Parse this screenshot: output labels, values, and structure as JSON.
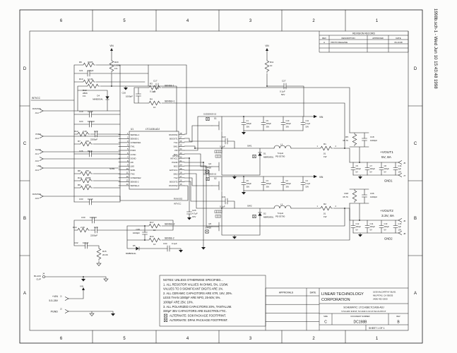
{
  "meta": {
    "side_text": "1998b.sch-1 - Wed Jun 10 15:43:48 1998"
  },
  "grid": {
    "cols": [
      "6",
      "5",
      "4",
      "3",
      "2",
      "1"
    ],
    "rows": [
      "D",
      "C",
      "B",
      "A"
    ]
  },
  "revision": {
    "title": "REVISION RECORD",
    "headers": {
      "rev": "REV",
      "description": "DESCRIPTION",
      "approved": "APPROVED",
      "date": "DATE"
    },
    "rows": [
      {
        "rev": "A",
        "description": "PROTO RELEASE",
        "approved": "",
        "date": "06-10-98"
      }
    ]
  },
  "approvals": {
    "title": "APPROVALS",
    "date": "DATE"
  },
  "title_block": {
    "company_line1": "LINEAR TECHNOLOGY",
    "company_line2": "CORPORATION",
    "address1": "1630 McCARTHY BLVD.",
    "address2": "MILPITAS, CA 95035",
    "address3": "(408) 432-1900",
    "schematic_line1": "SCHEMATIC: LTC1438/LTC1438-ADJ",
    "schematic_line2": "5.5V-28V INPUT, 5V AND 3.3V AT 8A OUTPUT",
    "size_label": "SIZE",
    "size": "C",
    "doc_label": "DOCUMENT NUMBER",
    "doc": "DC198B",
    "rev_label": "REV",
    "rev": "B",
    "sheet": "SHEET 1 OF 1"
  },
  "notes": {
    "lines": [
      "NOTES: UNLESS OTHERWISE SPECIFIED...",
      "1. ALL RESISTOR VALUES IN OHMS, 5%, 1/10W.",
      "    VALUES TO 3 SIGNIFICANT DIGITS ARE 1%.",
      "2. ALL CERAMIC CAPACITORS ARE X7R, 16V, 20%.",
      "    LESS THAN 1000pF ARE NPO, 25-50V, 5%.",
      "    1000pF ARE 25V, 10%.",
      "3. ALL POLARIZED CAPACITORS 20%, TANTALUM.",
      "    330μF 35V CAPACITORS ARE ELECTROLYTIC."
    ],
    "alt1": "ALTERNATE: SO8 PACKAGE FOOTPRINT.",
    "alt2": "ALTERNATE: DPAK PACKAGE FOOTPRINT."
  },
  "ic": {
    "ref": "U1",
    "part": "LTC1438-ADJ",
    "left_pins": [
      {
        "num": "1",
        "name": "SENSE+1"
      },
      {
        "num": "2",
        "name": "SENSE-1"
      },
      {
        "num": "3",
        "name": "VOSENSE1"
      },
      {
        "num": "4",
        "name": "ITH1"
      },
      {
        "num": "5",
        "name": "POR2"
      },
      {
        "num": "6",
        "name": "COSC"
      },
      {
        "num": "7",
        "name": "SGND"
      },
      {
        "num": "8",
        "name": "LBI"
      },
      {
        "num": "9",
        "name": "LBO"
      },
      {
        "num": "10",
        "name": "SFB1"
      },
      {
        "num": "11",
        "name": "ITH2"
      },
      {
        "num": "12",
        "name": "VOSENSE2"
      },
      {
        "num": "13",
        "name": "SENSE-2"
      },
      {
        "num": "14",
        "name": "SENSE+2"
      }
    ],
    "right_pins": [
      {
        "num": "28",
        "name": "RUN/SS1"
      },
      {
        "num": "27",
        "name": "BOOST1"
      },
      {
        "num": "26",
        "name": "TG1"
      },
      {
        "num": "25",
        "name": "SW1"
      },
      {
        "num": "24",
        "name": "VIN"
      },
      {
        "num": "23",
        "name": "BG1"
      },
      {
        "num": "22",
        "name": "INTVCC"
      },
      {
        "num": "21",
        "name": "PGND"
      },
      {
        "num": "20",
        "name": "BG2"
      },
      {
        "num": "19",
        "name": "EXTVCC"
      },
      {
        "num": "18",
        "name": "SW2"
      },
      {
        "num": "17",
        "name": "TG2"
      },
      {
        "num": "16",
        "name": "BOOST2"
      },
      {
        "num": "15",
        "name": "RUN/SS2"
      }
    ]
  },
  "cap_banks": {
    "in1": [
      {
        "ref": "C1",
        "v1": "330μF",
        "v2": "35V"
      },
      {
        "ref": "C9",
        "v1": "330μF",
        "v2": "35V"
      },
      {
        "ref": "C10",
        "v1": "330μF",
        "v2": "35V"
      },
      {
        "ref": "C11",
        "v1": "0.1μF",
        "v2": "50V"
      }
    ],
    "in2": [
      {
        "ref": "C6",
        "v1": "330μF",
        "v2": "35V"
      },
      {
        "ref": "C3",
        "v1": "330μF",
        "v2": "35V"
      },
      {
        "ref": "C2",
        "v1": "330μF",
        "v2": "35V"
      },
      {
        "ref": "C4",
        "v1": "0.1μF",
        "v2": "50V"
      }
    ],
    "out1": [
      {
        "ref": "C5",
        "v1": "330μF",
        "v2": "6V"
      },
      {
        "ref": "C7",
        "v1": "330μF",
        "v2": "6V"
      },
      {
        "ref": "C8",
        "v1": "330μF",
        "v2": "6V"
      },
      {
        "ref": "C16",
        "v1": "1μF",
        "v2": "10V"
      }
    ],
    "out2": [
      {
        "ref": "C12",
        "v1": "330μF",
        "v2": "6V"
      },
      {
        "ref": "C14",
        "v1": "330μF",
        "v2": "6V"
      },
      {
        "ref": "C13",
        "v1": "330μF",
        "v2": "6V"
      },
      {
        "ref": "C15",
        "v1": "1μF",
        "v2": "10V"
      }
    ]
  },
  "components": {
    "r6": {
      "ref": "R6",
      "value": "OMIT"
    },
    "c21": {
      "ref": "C21",
      "value": "100pF"
    },
    "r10": {
      "ref": "R10",
      "value": "11.0K"
    },
    "r20": {
      "ref": "R20",
      "value": "1.00M",
      "value2": "1%"
    },
    "r19": {
      "ref": "R19",
      "value": "280K",
      "value2": "1%"
    },
    "c17": {
      "ref": "C17",
      "value": "0.1μF"
    },
    "r11": {
      "ref": "R11",
      "value": "10"
    },
    "c27": {
      "ref": "C27",
      "value": "0.1μF",
      "value2": "50V"
    },
    "r3": {
      "ref": "R3",
      "value": "10"
    },
    "c20": {
      "ref": "C20",
      "value": "1000pF"
    },
    "r4": {
      "ref": "R4",
      "value": "10"
    },
    "d4": {
      "ref": "D4",
      "value": "MMBD914L"
    },
    "c19": {
      "ref": "C19",
      "value": "0.1μF"
    },
    "c24": {
      "ref": "C24",
      "value": "1000pF"
    },
    "r12": {
      "ref": "R12",
      "value": "2.2K"
    },
    "c23": {
      "ref": "C23",
      "value": "2200pF"
    },
    "r7": {
      "ref": "R7",
      "value": "47K"
    },
    "c26": {
      "ref": "C26",
      "value": "82pF"
    },
    "r8": {
      "ref": "R8",
      "value": "47K"
    },
    "r13": {
      "ref": "R13",
      "value": "OMIT"
    },
    "r9": {
      "ref": "R9",
      "value": "10K"
    },
    "c33": {
      "ref": "C33",
      "value": "0.1μF"
    },
    "c30": {
      "ref": "C30",
      "value": "1000pF"
    },
    "r14": {
      "ref": "R14",
      "value": "2.2K"
    },
    "c29": {
      "ref": "C29",
      "value": "2200pF"
    },
    "c32": {
      "ref": "C32",
      "value": "100pF"
    },
    "r15": {
      "ref": "R15",
      "value": "20.0K"
    },
    "c25": {
      "ref": "C25",
      "value": "4.7μF",
      "value2": "16V"
    },
    "c35": {
      "ref": "C35",
      "value": "1000pF"
    },
    "r17": {
      "ref": "R17",
      "value": "10"
    },
    "r16": {
      "ref": "R16",
      "value": "10"
    },
    "c34": {
      "ref": "C34",
      "value": "0.1μF"
    },
    "d5": {
      "ref": "D5",
      "value": "MMBD914L"
    },
    "q1": {
      "ref": "Q1",
      "value": "SUD50N03-10"
    },
    "q2": {
      "ref": "Q2",
      "value": "SUD50N03-10"
    },
    "q4": {
      "ref": "Q4",
      "value": "Si4420"
    },
    "q5": {
      "ref": "Q5",
      "value": "Si4420"
    },
    "c22": {
      "ref": "C22",
      "value": "0.1μF"
    },
    "c31": {
      "ref": "C31",
      "value": "0.1μF"
    },
    "d1": {
      "ref": "D1",
      "value": "MBRD835L"
    },
    "d2": {
      "ref": "D2",
      "value": "MBRD835L"
    },
    "l1": {
      "ref": "L1",
      "value": "5.2μH",
      "value2": "PE-53700"
    },
    "l2": {
      "ref": "L2",
      "value": "5.2μH",
      "value2": "PE-53700"
    },
    "r1": {
      "ref": "R1",
      "value": ".01",
      "value2": "1W"
    },
    "r2": {
      "ref": "R2",
      "value": ".01",
      "value2": "1W"
    },
    "r5": {
      "ref": "R5",
      "value": "35.7K"
    },
    "c18": {
      "ref": "C18",
      "value": "1000pF"
    },
    "r18": {
      "ref": "R18",
      "value": "35.7K"
    },
    "c36": {
      "ref": "C36",
      "value": "1000pF"
    }
  },
  "nets": {
    "vin": "VIN",
    "intvcc": "INTVCC",
    "sense_m1": "SENSE-1",
    "sense_p1": "SENSE+1",
    "sense_p2": "SENSE+2",
    "sense_m2": "SENSE-2",
    "sw1": "SW1",
    "sw2": "SW2",
    "sfb1": "SFB1",
    "run_ss2": "RUN/SS2"
  },
  "io": {
    "j3_rows": [
      {
        "net": "RUN/SS1",
        "conn": "J3-2"
      },
      {
        "net": "POR2",
        "conn": "J3-4"
      },
      {
        "net": "SGND",
        "conn": "J3-1"
      },
      {
        "net": "",
        "conn": "J3-6"
      },
      {
        "net": "LBO",
        "conn": "J3-3"
      },
      {
        "net": "RUN/SS2",
        "conn": "J3-5"
      }
    ],
    "j4": "J4",
    "j4_l1": "BLACK",
    "j4_l2": "CLIP",
    "j1": "J1",
    "vin_l1": "+VIN",
    "vin_l2": "5.5-28V",
    "j2": "J2",
    "pgnd": "PGND",
    "j5": "J5",
    "j7": "J7",
    "j6": "J6",
    "j8": "J8",
    "vout1_1": "+VOUT1",
    "vout1_2": "5V, 8A",
    "gnd1": "GND1",
    "vout2_1": "+VOUT2",
    "vout2_2": "3.3V, 8A",
    "gnd2": "GND2"
  },
  "misc": {
    "n1": "1",
    "n2": "2"
  }
}
